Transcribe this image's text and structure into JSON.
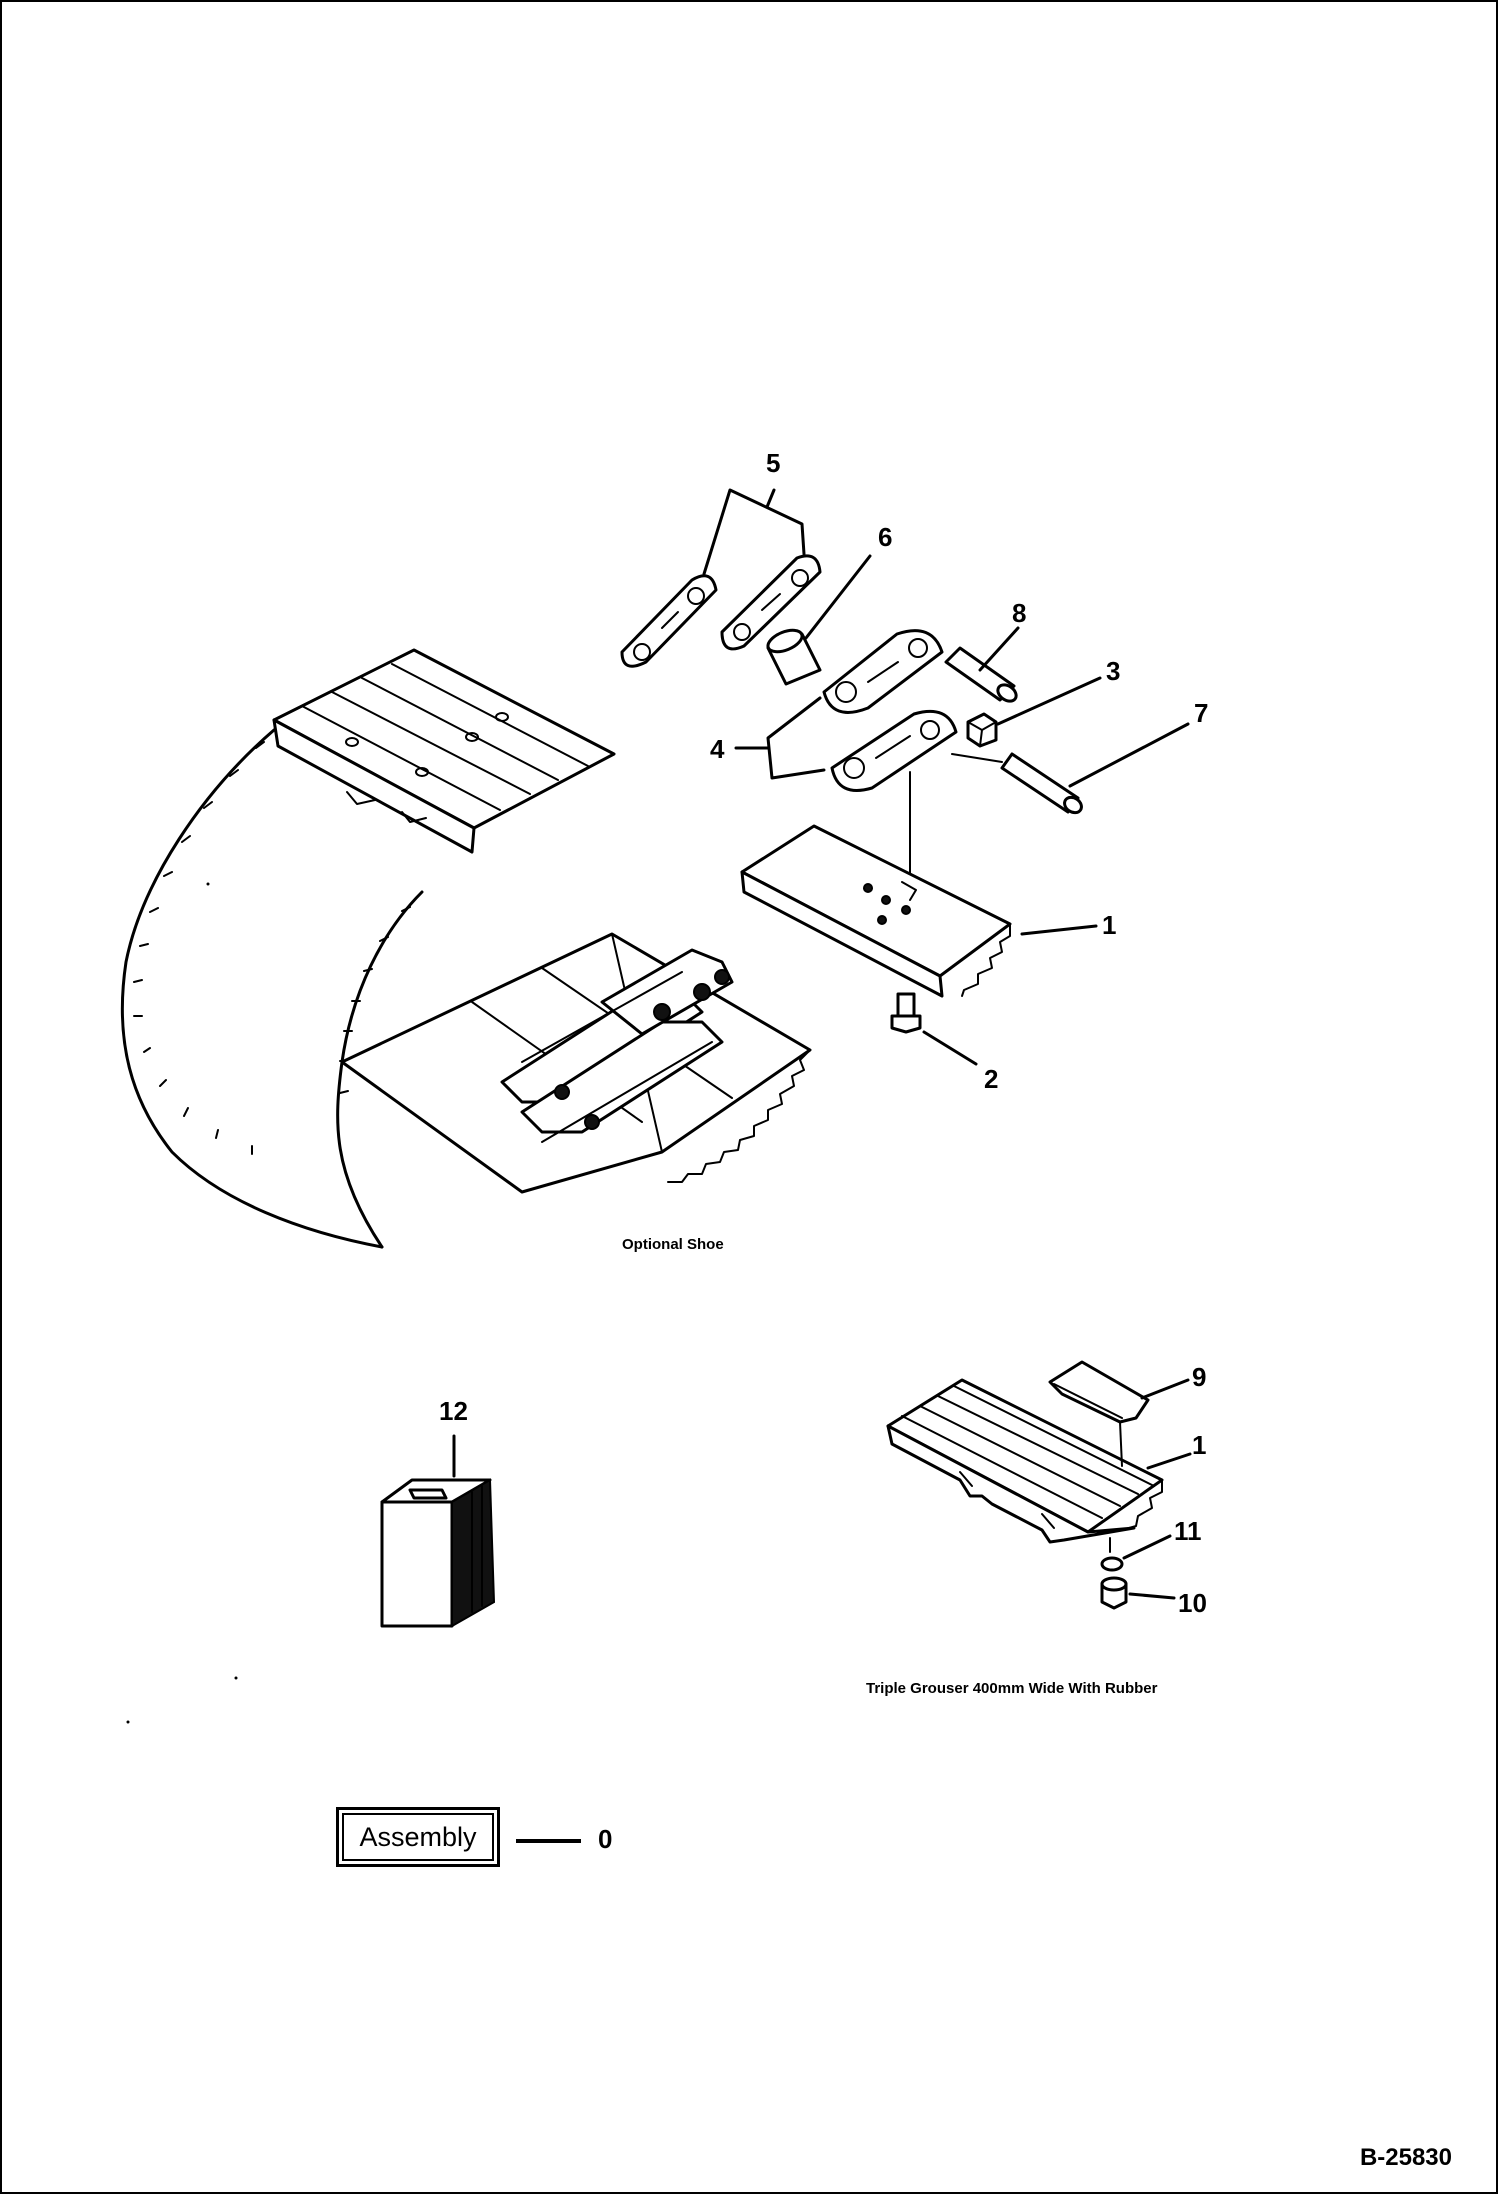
{
  "callouts": {
    "c1_link_pin_shoe": "1",
    "c2": "2",
    "c3": "3",
    "c4": "4",
    "c5": "5",
    "c6": "6",
    "c7": "7",
    "c8": "8",
    "c9": "9",
    "c1_grouser": "1",
    "c11": "11",
    "c10": "10",
    "c12": "12"
  },
  "captions": {
    "optional_shoe": "Optional Shoe",
    "triple_grouser": "Triple Grouser 400mm Wide With Rubber"
  },
  "assembly": {
    "label": "Assembly",
    "number": "0"
  },
  "drawing_number": "B-25830"
}
